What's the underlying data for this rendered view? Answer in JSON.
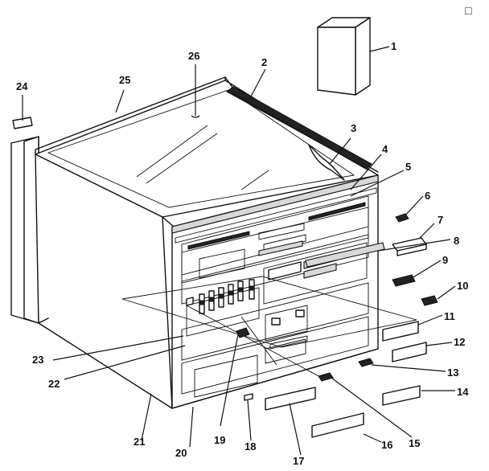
{
  "callouts": [
    {
      "id": "1",
      "label": "1"
    },
    {
      "id": "2",
      "label": "2"
    },
    {
      "id": "3",
      "label": "3"
    },
    {
      "id": "4",
      "label": "4"
    },
    {
      "id": "5",
      "label": "5"
    },
    {
      "id": "6",
      "label": "6"
    },
    {
      "id": "7",
      "label": "7"
    },
    {
      "id": "8",
      "label": "8"
    },
    {
      "id": "9",
      "label": "9"
    },
    {
      "id": "10",
      "label": "10"
    },
    {
      "id": "11",
      "label": "11"
    },
    {
      "id": "12",
      "label": "12"
    },
    {
      "id": "13",
      "label": "13"
    },
    {
      "id": "14",
      "label": "14"
    },
    {
      "id": "15",
      "label": "15"
    },
    {
      "id": "16",
      "label": "16"
    },
    {
      "id": "17",
      "label": "17"
    },
    {
      "id": "18",
      "label": "18"
    },
    {
      "id": "19",
      "label": "19"
    },
    {
      "id": "20",
      "label": "20"
    },
    {
      "id": "21",
      "label": "21"
    },
    {
      "id": "22",
      "label": "22"
    },
    {
      "id": "23",
      "label": "23"
    },
    {
      "id": "24",
      "label": "24"
    },
    {
      "id": "25",
      "label": "25"
    },
    {
      "id": "26",
      "label": "26"
    }
  ],
  "corner_mark": "□"
}
